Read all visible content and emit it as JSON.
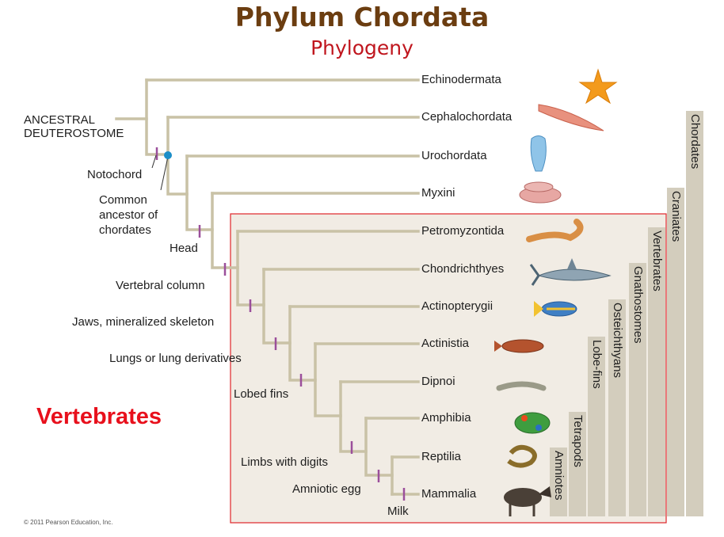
{
  "title": "Phylum Chordata",
  "subtitle": "Phylogeny",
  "taxa": [
    "Echinodermata",
    "Cephalochordata",
    "Urochordata",
    "Myxini",
    "Petromyzontida",
    "Chondrichthyes",
    "Actinopterygii",
    "Actinistia",
    "Dipnoi",
    "Amphibia",
    "Reptilia",
    "Mammalia"
  ],
  "root_label": [
    "ANCESTRAL",
    "DEUTEROSTOME"
  ],
  "characters": {
    "notochord": "Notochord",
    "common_ancestor": [
      "Common",
      "ancestor of",
      "chordates"
    ],
    "head": "Head",
    "vertebral_column": "Vertebral column",
    "jaws": "Jaws, mineralized skeleton",
    "lungs": "Lungs or lung derivatives",
    "lobed_fins": "Lobed fins",
    "limbs": "Limbs with digits",
    "amniotic_egg": "Amniotic egg",
    "milk": "Milk"
  },
  "groups": [
    "Chordates",
    "Craniates",
    "Vertebrates",
    "Gnathostomes",
    "Osteichthyans",
    "Lobe-fins",
    "Tetrapods",
    "Amniotes"
  ],
  "highlight_note": "Vertebrates",
  "copyright": "© 2011 Pearson Education, Inc.",
  "colors": {
    "branch": "#c9c2a6",
    "tick": "#9b4f9b",
    "highlight_box": "#e0262a",
    "box_fill": "#f1ece4",
    "bar": "#d3cdbd",
    "title": "#6b3d10",
    "subtitle": "#c0161e"
  }
}
